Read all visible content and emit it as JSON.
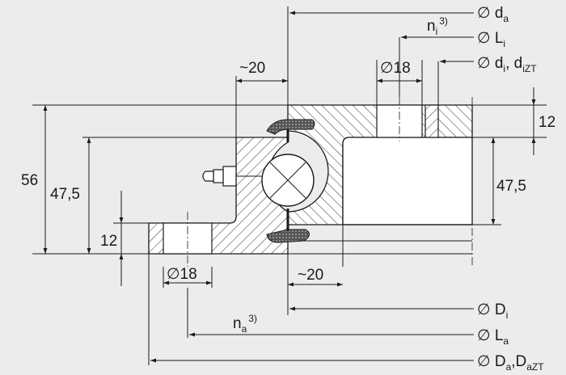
{
  "labels": {
    "d_a": {
      "sym": "∅ d",
      "sub": "a"
    },
    "n_i": {
      "sym": "n",
      "sub": "i",
      "sup": "3)"
    },
    "L_i": {
      "sym": "∅ L",
      "sub": "i"
    },
    "d_i": {
      "sym": "∅ d",
      "sub": "i",
      "sep": ", d",
      "sub2": "iZT"
    },
    "D_i": {
      "sym": "∅ D",
      "sub": "i"
    },
    "n_a": {
      "sym": "n",
      "sub": "a",
      "sup": "3)"
    },
    "L_a": {
      "sym": "∅ L",
      "sub": "a"
    },
    "D_a": {
      "sym": "∅ D",
      "sub": "a",
      "sep": ",D",
      "sub2": "aZT"
    }
  },
  "dimensions": {
    "top_approx": "~20",
    "bottom_approx": "~20",
    "hole_top": "∅18",
    "hole_bottom": "∅18",
    "h_56": "56",
    "h_47_5_left": "47,5",
    "h_12_left": "12",
    "h_12_right": "12",
    "h_47_5_right": "47,5"
  },
  "colors": {
    "background": "#ececec",
    "ring": "#ffffff",
    "line": "#1a1a1a",
    "seal": "#555555"
  }
}
